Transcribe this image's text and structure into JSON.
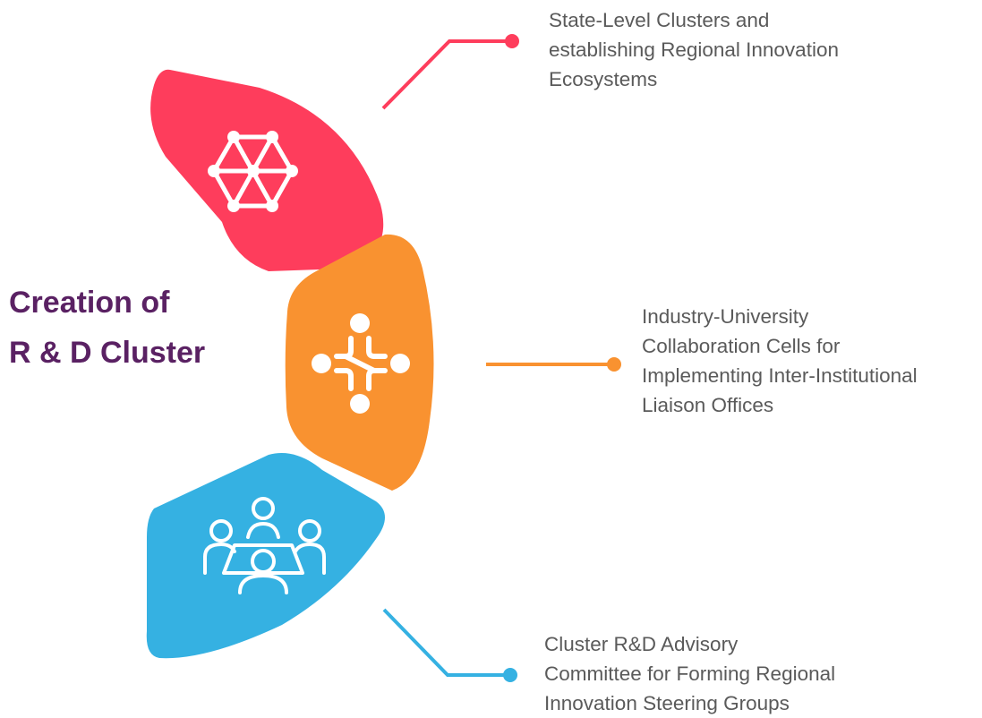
{
  "title": {
    "line1": "Creation of",
    "line2": "R & D Cluster"
  },
  "items": [
    {
      "icon": "network-hexagon-icon",
      "color": "#fe3d5c",
      "lines": [
        "State-Level Clusters and",
        "establishing Regional Innovation",
        "Ecosystems"
      ]
    },
    {
      "icon": "collaboration-knot-icon",
      "color": "#f99230",
      "lines": [
        "Industry-University",
        "Collaboration Cells for",
        "Implementing Inter-Institutional",
        "Liaison Offices"
      ]
    },
    {
      "icon": "meeting-table-icon",
      "color": "#35b1e2",
      "lines": [
        "Cluster R&D Advisory",
        "Committee for Forming Regional",
        "Innovation Steering Groups"
      ]
    }
  ]
}
